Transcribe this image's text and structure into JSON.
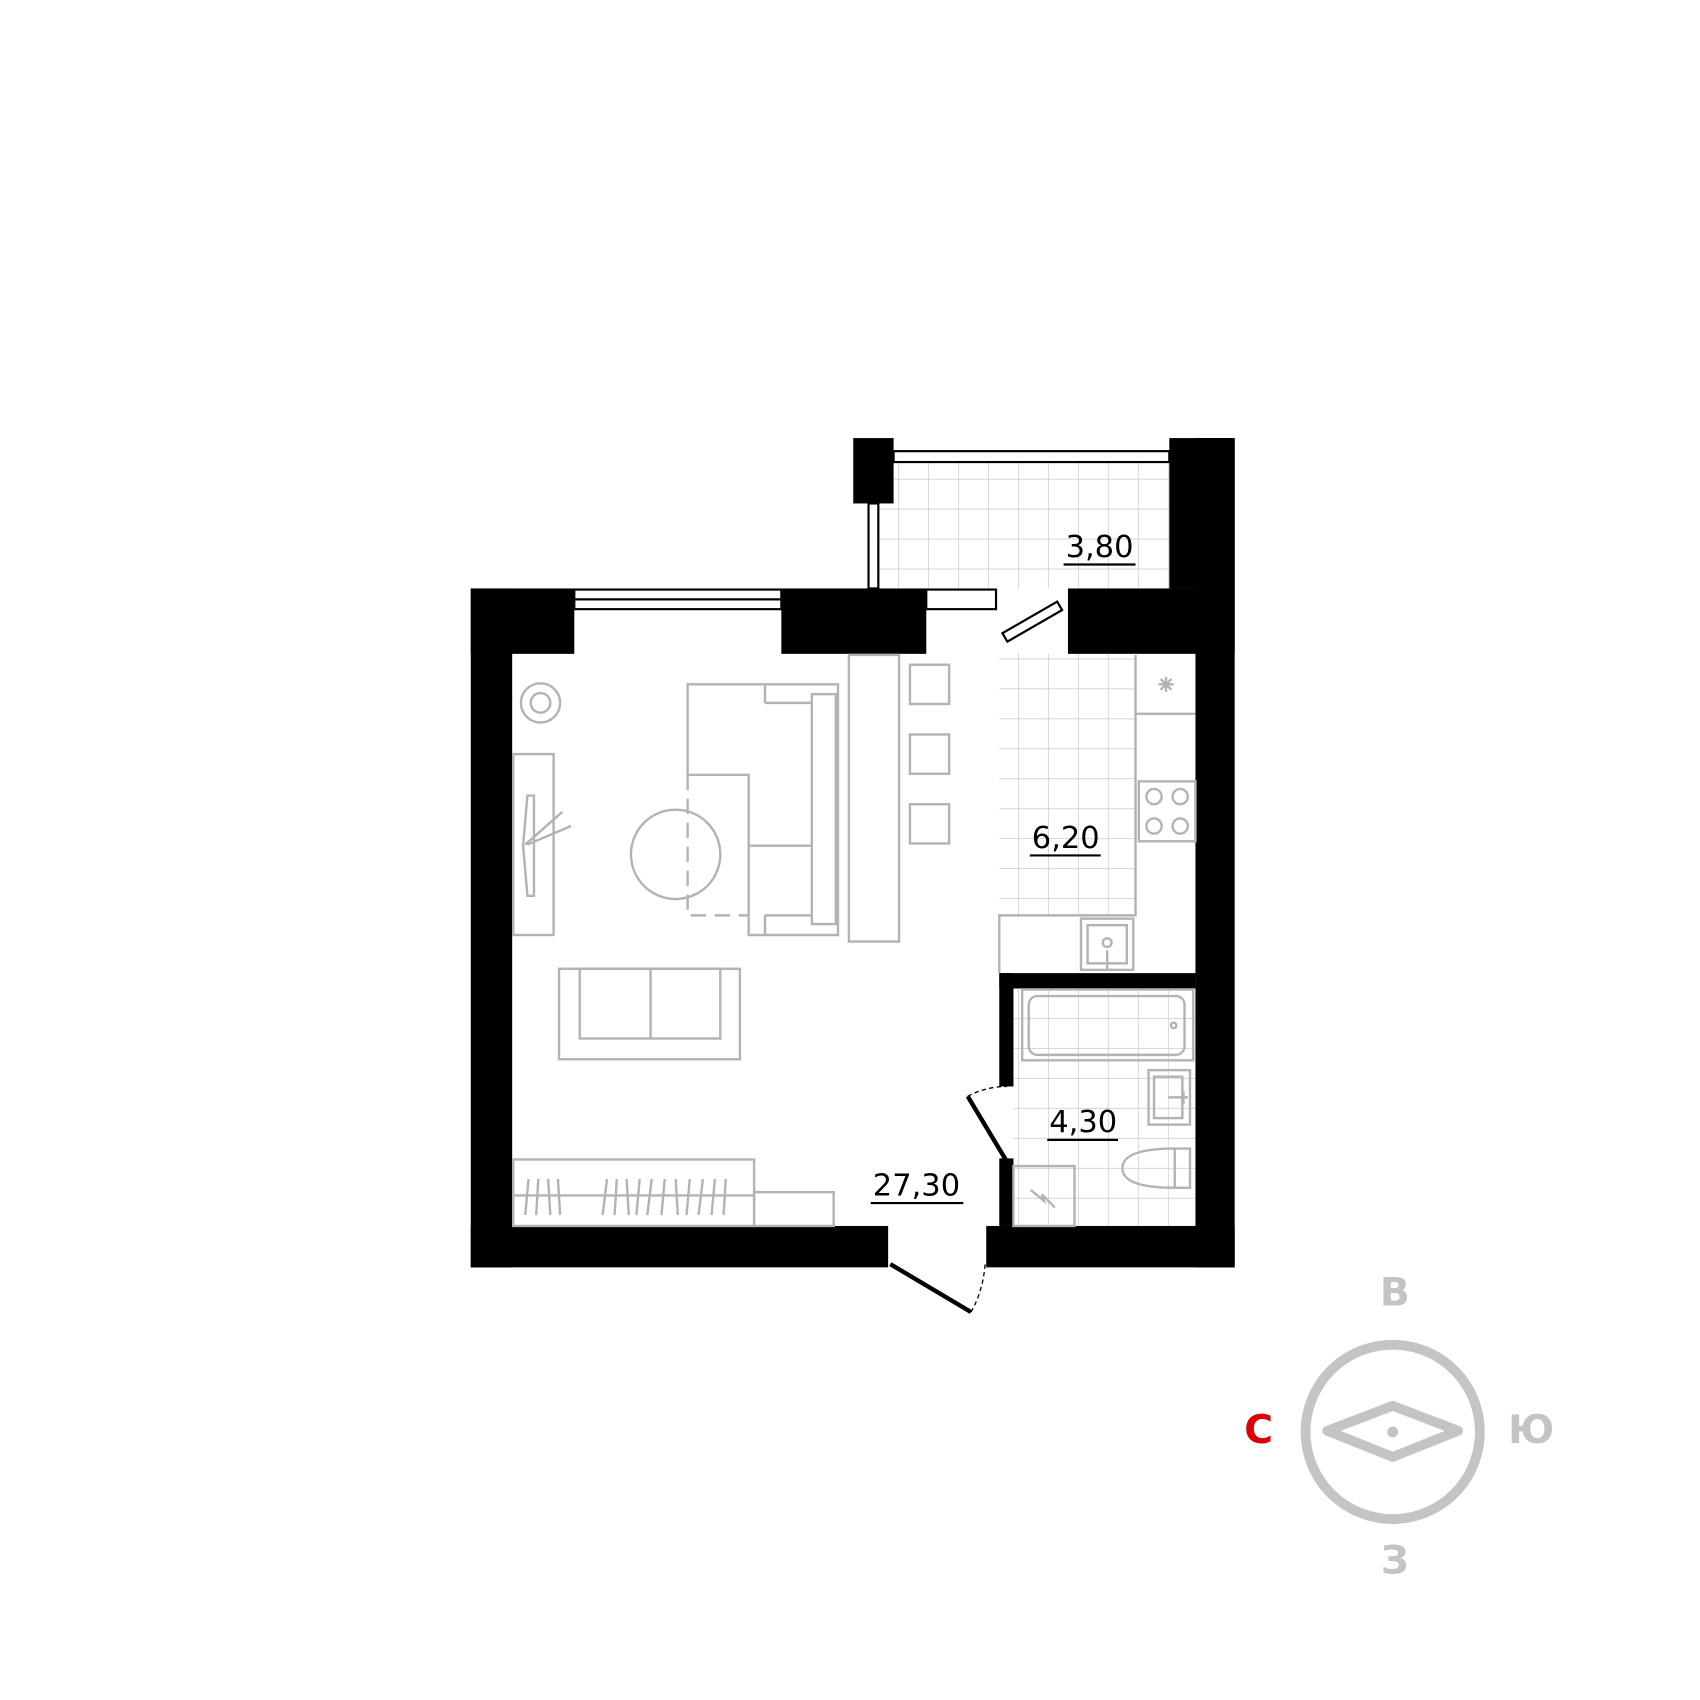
{
  "rooms": [
    {
      "name": "balcony",
      "area": "3,80"
    },
    {
      "name": "kitchen",
      "area": "6,20"
    },
    {
      "name": "bathroom",
      "area": "4,30"
    },
    {
      "name": "living-room",
      "area": "27,30"
    }
  ],
  "compass": {
    "north": "С",
    "east": "В",
    "south": "Ю",
    "west": "З",
    "north_color": "#dd0000",
    "other_color": "#c4c4c4"
  }
}
